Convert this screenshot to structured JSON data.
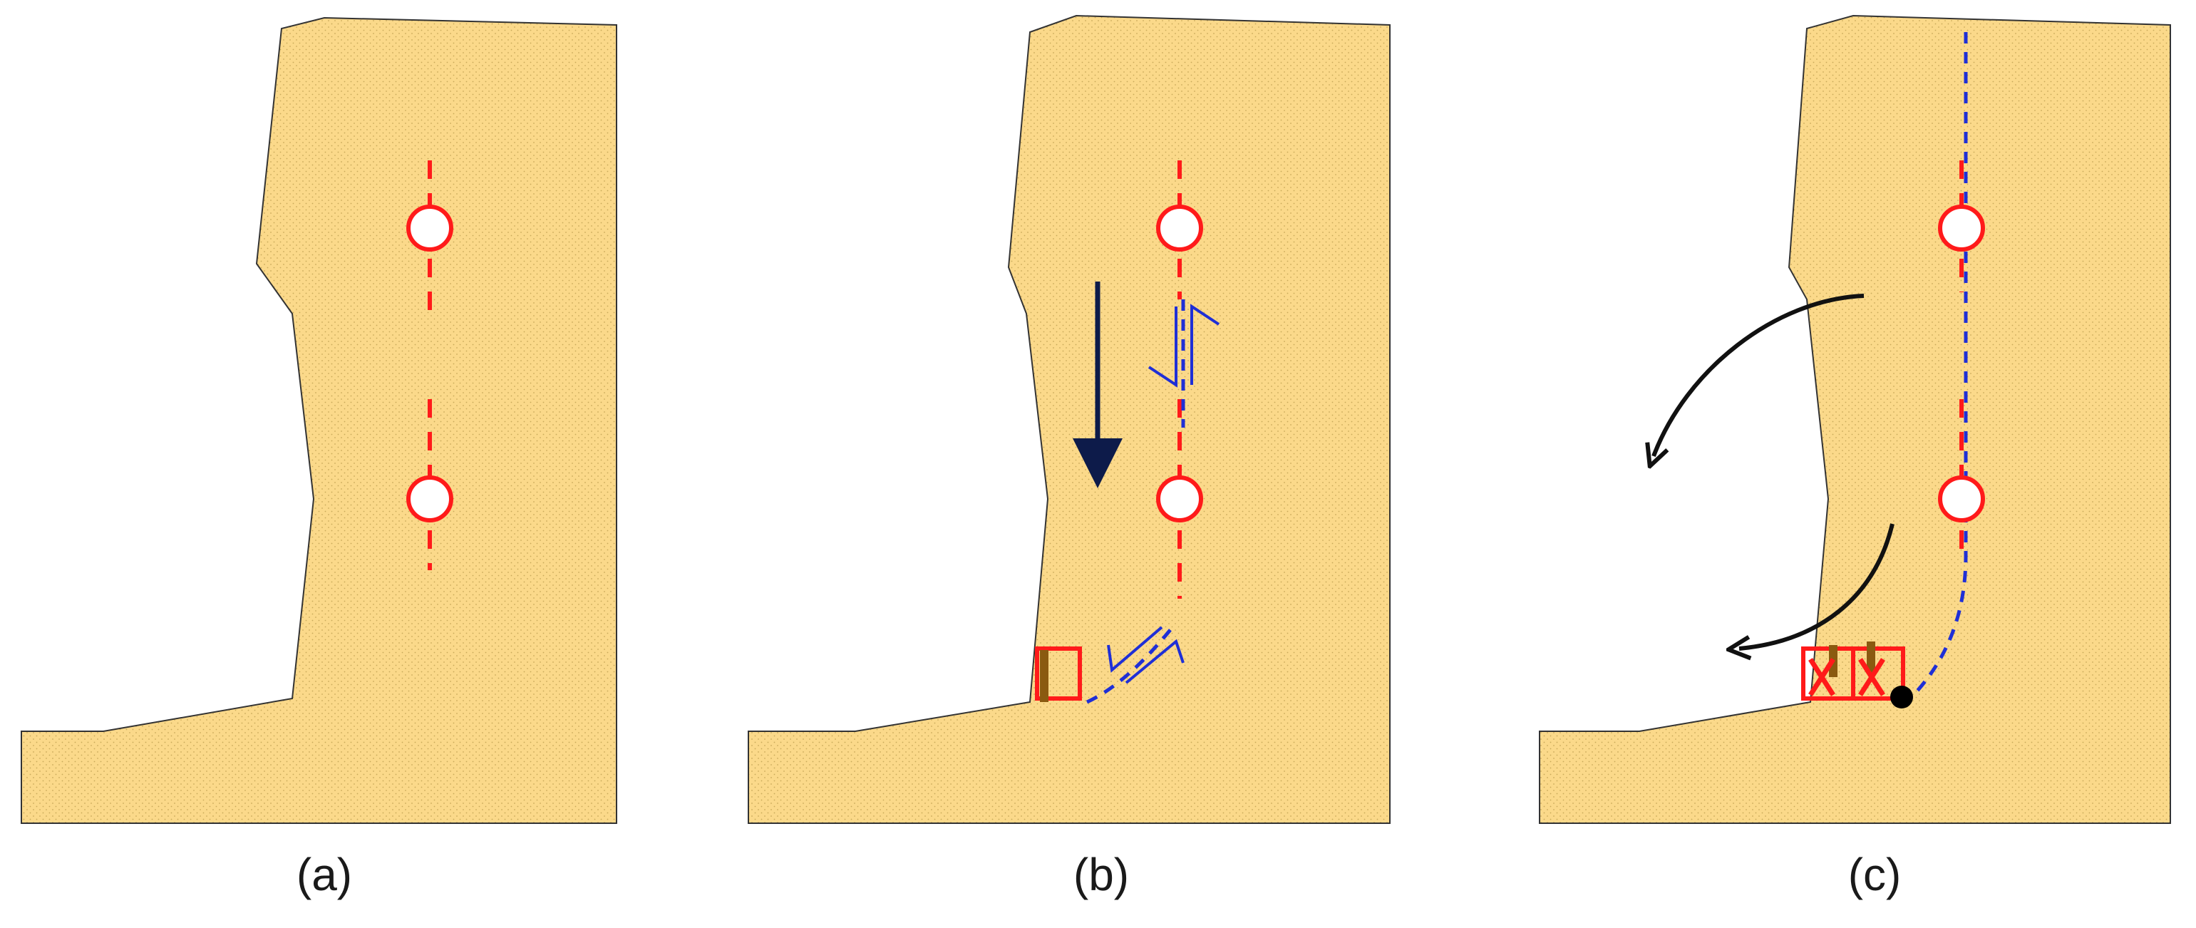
{
  "panels": [
    {
      "id": "a",
      "label": "(a)"
    },
    {
      "id": "b",
      "label": "(b)"
    },
    {
      "id": "c",
      "label": "(c)"
    }
  ],
  "colors": {
    "rock_fill": "#fbd98a",
    "rock_stipple": "#c9a95a",
    "rock_outline": "#333333",
    "crack_red": "#ff1a1a",
    "shear_blue": "#1f2fd6",
    "arrow_navy": "#0d1b4a",
    "arrow_black": "#111111",
    "bolt_brown": "#8a5a10",
    "hinge_black": "#000000",
    "background": "#ffffff"
  },
  "icons": {
    "rotation_arrow": "curved-arrow",
    "settlement_arrow": "down-arrow",
    "hinge": "filled-circle",
    "failed_support": "x-mark",
    "shear_sense": "half-arrow-pair"
  }
}
